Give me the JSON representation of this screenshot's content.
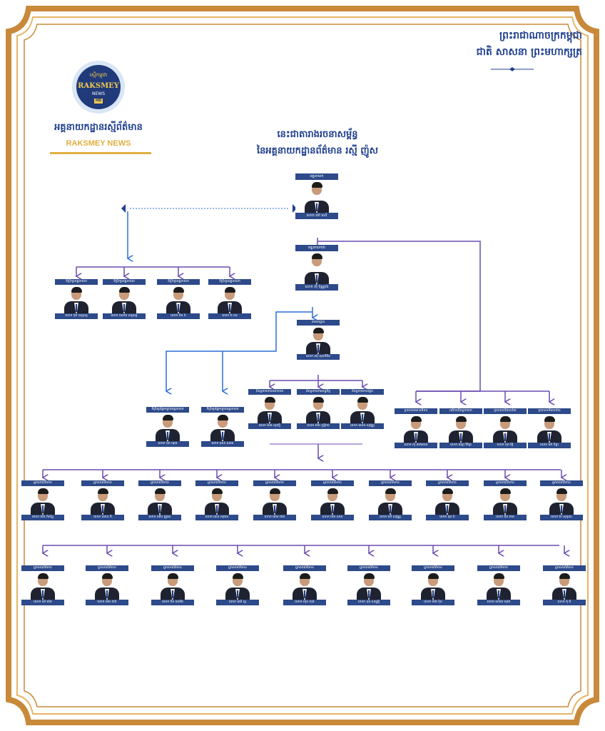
{
  "header": {
    "logo_top_text": "រស្មីកម្ពុជា",
    "logo_brand": "RAKSMEY",
    "logo_news": "NEWS",
    "logo_hd": "HD",
    "brand_name_kh": "អគ្គនាយកដ្ឋានរស្មីព័ត៌មាន",
    "brand_name_en": "RAKSMEY NEWS",
    "motto_line1": "ព្រះរាជាណាចក្រកម្ពុជា",
    "motto_line2": "ជាតិ សាសនា ព្រះមហាក្សត្រ",
    "title_line1": "នេះជាតារាងរចនាសម្ព័ន្ធ",
    "title_line2": "នៃអគ្គនាយកដ្ឋានព័ត៌មាន រស្មី ញ៉ូស"
  },
  "colors": {
    "frame_outer": "#c8893a",
    "frame_inner": "#e6b566",
    "brand_blue": "#1f3f8f",
    "card_blue": "#2d4a8a",
    "line_purple": "#6a4bb0",
    "arrow_blue": "#2c6fd6",
    "gold": "#e0b040"
  },
  "org": {
    "director": {
      "role": "អគ្គនាយក",
      "name": "លោក ម៉ៅ សេរី"
    },
    "deputy_director": {
      "role": "អគ្គនាយករង",
      "name": "លោក ស៊ុំ ប៊ុណ្ណារ៉ា"
    },
    "manager": {
      "role": "នាយកដ្ឋាន",
      "name": "លោក ឈុំ សុខមីធីន"
    },
    "advisors": [
      {
        "role": "ទីប្រឹក្សាអគ្គនាយក",
        "name": "លោក ម៉ុក សម្ផស្ស"
      },
      {
        "role": "ទីប្រឹក្សាអគ្គនាយក",
        "name": "លោក សោយ សម្ផស្ស"
      },
      {
        "role": "ទីប្រឹក្សាអគ្គនាយក",
        "name": "លោក ជិន រ៉ា"
      },
      {
        "role": "ទីប្រឹក្សាអគ្គនាយក",
        "name": "លោក រ៉ា ជន"
      }
    ],
    "legal_advisors": [
      {
        "role": "ទីប្រឹក្សាផ្នែកច្បាប់អគ្គនាយក",
        "name": "លោក ម៉ុក ណុង"
      },
      {
        "role": "ទីប្រឹក្សាផ្នែកច្បាប់អគ្គនាយក",
        "name": "លោក ណន់ ណារា"
      }
    ],
    "editors": [
      {
        "role": "និពន្ធនាយកនយោបាយ",
        "name": "លោក ម៉ែង សុភក្តិ"
      },
      {
        "role": "និពន្ធនាយកសេដ្ឋកិច្ច",
        "name": "លោក ម៉េង ឫទ្ធិរាជ"
      },
      {
        "role": "និពន្ធនាយកសង្គម",
        "name": "លោក ណេង សុវណ្ណ"
      }
    ],
    "inspectors": [
      {
        "role": "ប្រធានគណៈអធិការ",
        "name": "លោក ស៊ុ ផាត់ឆាយ"
      },
      {
        "role": "អធិការនិពន្ធនាយក",
        "name": "លោក ពេជ្រ វិចិត្រ"
      },
      {
        "role": "ប្រធានការិយាល័យ",
        "name": "លោក មុត រិទ្ធី"
      },
      {
        "role": "ប្រធានការិយាល័យ",
        "name": "លោក ម៉ៅ ចិន្តា"
      }
    ],
    "reporters_row1": [
      {
        "role": "អ្នកសារព័ត៌មាន",
        "name": "លោក ម៉េង ពិសិដ្ឋ"
      },
      {
        "role": "អ្នកសារព័ត៌មាន",
        "name": "លោក ឈាន ធី"
      },
      {
        "role": "អ្នកសារព័ត៌មាន",
        "name": "លោក ឈឹម ញ្ញណ"
      },
      {
        "role": "អ្នកសារព័ត៌មាន",
        "name": "លោក ណន សុផល"
      },
      {
        "role": "អ្នកសារព័ត៌មាន",
        "name": "លោក ពេយ ម៉េង"
      },
      {
        "role": "អ្នកសារព័ត៌មាន",
        "name": "លោក ម៉េង សាត"
      },
      {
        "role": "អ្នកសារព័ត៌មាន",
        "name": "លោក ឃើ សុវណ្ណ"
      },
      {
        "role": "អ្នកសារព័ត៌មាន",
        "name": "លោក ផុន រ៉ា"
      },
      {
        "role": "អ្នកសារព័ត៌មាន",
        "name": "លោក ជីន កេត"
      },
      {
        "role": "អ្នកសារព័ត៌មាន",
        "name": "លោក ថៃ សុគុណ"
      }
    ],
    "reporters_row2": [
      {
        "role": "អ្នកសារព័ត៌មាន",
        "name": "លោក ឈំ ម៉េង"
      },
      {
        "role": "អ្នកសារព័ត៌មាន",
        "name": "លោក ម៉េង ដារ៉ា"
      },
      {
        "role": "អ្នកសារព័ត៌មាន",
        "name": "លោក ថិត ឈាវិត"
      },
      {
        "role": "អ្នកសារព័ត៌មាន",
        "name": "លោក ឈើ ល្អ"
      },
      {
        "role": "អ្នកសារព័ត៌មាន",
        "name": "លោក ស៊ុន ហុង"
      },
      {
        "role": "អ្នកសារព័ត៌មាន",
        "name": "លោក ខុង សម្បត្តិ"
      },
      {
        "role": "អ្នកសារព័ត៌មាន",
        "name": "លោក ម៉េង ប៊ុន"
      },
      {
        "role": "អ្នកសារព័ត៌មាន",
        "name": "លោក ណាយ ណុង"
      },
      {
        "role": "អ្នកសារព័ត៌មាន",
        "name": "លោក ធុំ ធី"
      }
    ]
  }
}
